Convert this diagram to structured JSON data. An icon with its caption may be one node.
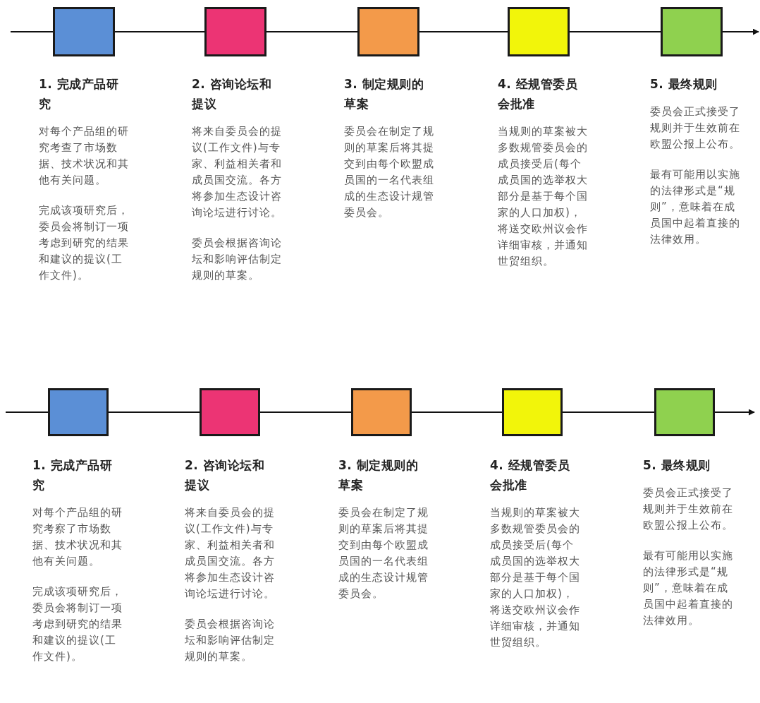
{
  "diagram": {
    "nodes": [
      {
        "text": [],
        "shape": "box",
        "beside": [
          "1. 完成产品研究",
          "对每个产品组的研究考查了市场数据、技术状况和其他有关问题。",
          "完成该项研究后，委员会将制订一项考虑到研究的结果和建议的提议(工作文件)。"
        ]
      },
      {
        "text": [],
        "shape": "box",
        "beside": [
          "2. 咨询论坛和提议",
          "将来自委员会的提议(工作文件)与专家、利益相关者和成员国交流。各方将参加生态设计咨询论坛进行讨论。",
          "委员会根据咨询论坛和影响评估制定规则的草案。"
        ]
      },
      {
        "text": [],
        "shape": "box",
        "beside": [
          "3. 制定规则的草案",
          "委员会在制定了规则的草案后将其提交到由每个欧盟成员国的一名代表组成的生态设计规管委员会。"
        ]
      },
      {
        "text": [],
        "shape": "box",
        "beside": [
          "4. 经规管委员会批准",
          "当规则的草案被大多数规管委员会的成员接受后(每个成员国的选举权大部分是基于每个国家的人口加权)，将送交欧州议会作详细审核，并通知世贸组织。"
        ]
      },
      {
        "text": [],
        "shape": "box",
        "beside": [
          "5. 最终规则",
          "委员会正式接受了规则并于生效前在欧盟公报上公布。",
          "最有可能用以实施的法律形式是“规则”，意味着在成员国中起着直接的法律效用。"
        ]
      },
      {
        "text": [],
        "shape": "box",
        "beside": [
          "1. 完成产品研究",
          "对每个产品组的研究考察了市场数据、技术状况和其他有关问题。",
          "完成该项研究后，委员会将制订一项考虑到研究的结果和建议的提议(工作文件)。"
        ]
      },
      {
        "text": [],
        "shape": "box",
        "beside": [
          "2. 咨询论坛和提议",
          "将来自委员会的提议(工作文件)与专家、利益相关者和成员国交流。各方将参加生态设计咨询论坛进行讨论。",
          "委员会根据咨询论坛和影响评估制定规则的草案。"
        ]
      },
      {
        "text": [],
        "shape": "box",
        "beside": [
          "3. 制定规则的草案",
          "委员会在制定了规则的草案后将其提交到由每个欧盟成员国的一名代表组成的生态设计规管委员会。"
        ]
      },
      {
        "text": [],
        "shape": "box",
        "beside": [
          "4. 经规管委员会批准",
          "当规则的草案被大多数规管委员会的成员接受后(每个成员国的选举权大部分是基于每个国家的人口加权)，将送交欧州议会作详细审核，并通知世贸组织。"
        ]
      },
      {
        "text": [],
        "shape": "box",
        "beside": [
          "5. 最终规则",
          "委员会正式接受了规则并于生效前在欧盟公报上公布。",
          "最有可能用以实施的法律形式是“规则”，意味着在成员国中起着直接的法律效用。"
        ]
      }
    ],
    "edges": [
      {
        "from": null,
        "to": 0,
        "arrow": "none"
      },
      {
        "from": 0,
        "to": 1,
        "arrow": "none"
      },
      {
        "from": 1,
        "to": 2,
        "arrow": "none"
      },
      {
        "from": 2,
        "to": 3,
        "arrow": "none"
      },
      {
        "from": 3,
        "to": 4,
        "arrow": "none"
      },
      {
        "from": 4,
        "to": null,
        "arrow": "to"
      },
      {
        "from": null,
        "to": 5,
        "arrow": "none"
      },
      {
        "from": 5,
        "to": 6,
        "arrow": "none"
      },
      {
        "from": 6,
        "to": 7,
        "arrow": "none"
      },
      {
        "from": 7,
        "to": 8,
        "arrow": "none"
      },
      {
        "from": 8,
        "to": 9,
        "arrow": "none"
      },
      {
        "from": 9,
        "to": null,
        "arrow": "to"
      }
    ]
  }
}
